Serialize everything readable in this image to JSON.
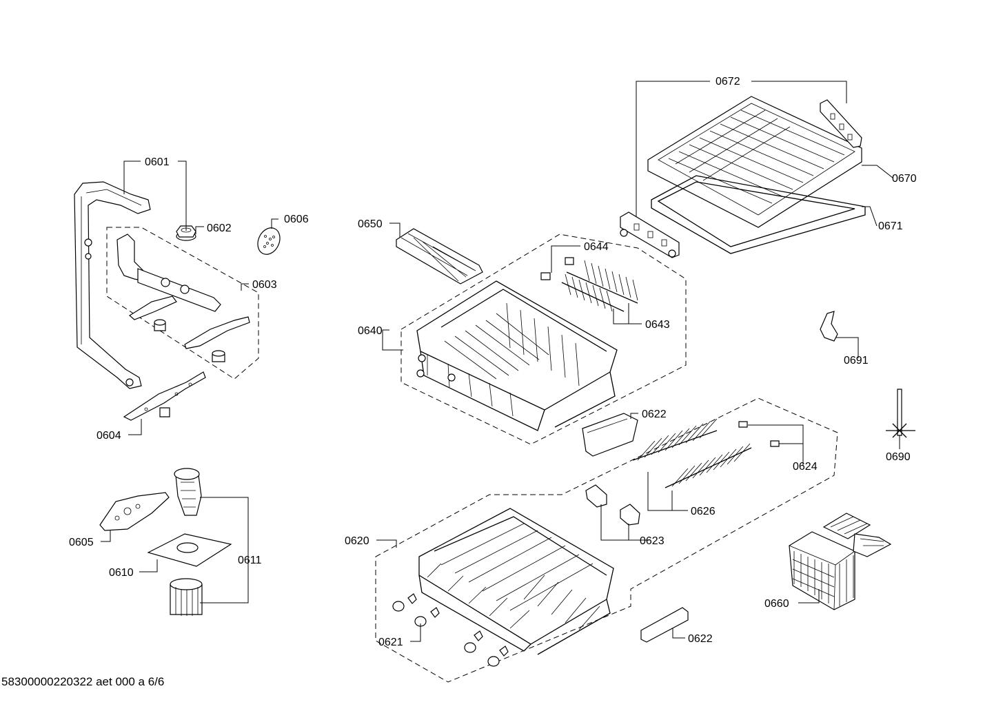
{
  "labels": {
    "p0601": "0601",
    "p0602": "0602",
    "p0603": "0603",
    "p0604": "0604",
    "p0605": "0605",
    "p0606": "0606",
    "p0610": "0610",
    "p0611": "0611",
    "p0620": "0620",
    "p0621": "0621",
    "p0622a": "0622",
    "p0622b": "0622",
    "p0623": "0623",
    "p0624": "0624",
    "p0626": "0626",
    "p0640": "0640",
    "p0643": "0643",
    "p0644": "0644",
    "p0650": "0650",
    "p0660": "0660",
    "p0670": "0670",
    "p0671": "0671",
    "p0672": "0672",
    "p0690": "0690",
    "p0691": "0691"
  },
  "footer": {
    "doc_id": "58300000220322 aet 000 a 6/6"
  },
  "icons": [
    "spray-arm",
    "filter",
    "upper-rack",
    "lower-rack",
    "cutlery-tray",
    "cutlery-basket"
  ]
}
